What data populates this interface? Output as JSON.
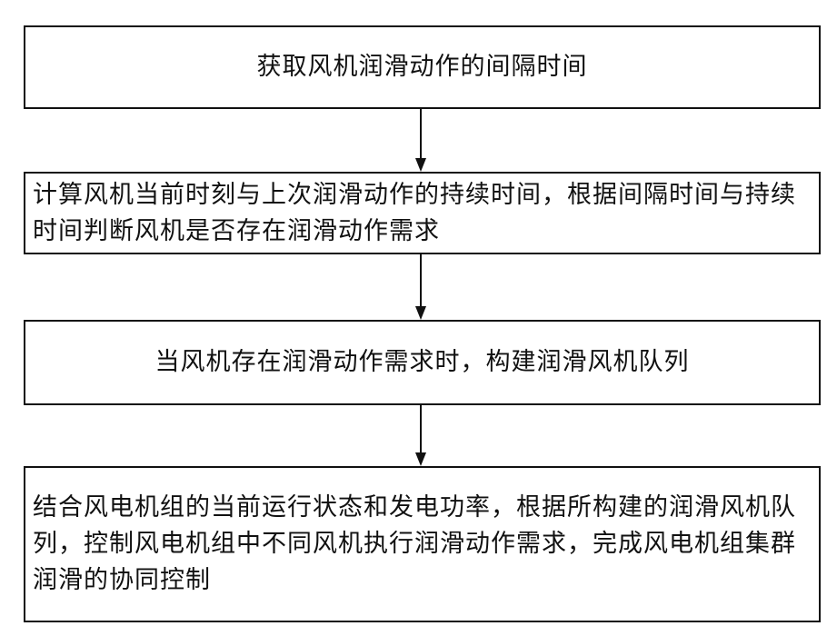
{
  "flowchart": {
    "steps": [
      {
        "text": "获取风机润滑动作的间隔时间"
      },
      {
        "text": "计算风机当前时刻与上次润滑动作的持续时间，根据间隔时间与持续时间判断风机是否存在润滑动作需求"
      },
      {
        "text": "当风机存在润滑动作需求时，构建润滑风机队列"
      },
      {
        "text": "结合风电机组的当前运行状态和发电功率，根据所构建的润滑风机队列，控制风电机组中不同风机执行润滑动作需求，完成风电机组集群润滑的协同控制"
      }
    ],
    "colors": {
      "line": "#111111",
      "background": "#ffffff"
    }
  }
}
